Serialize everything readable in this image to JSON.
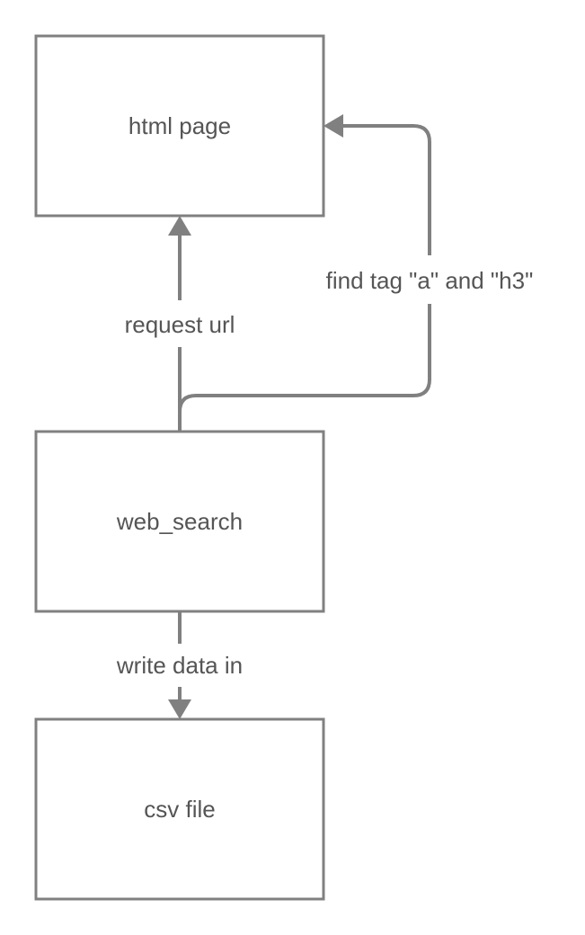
{
  "diagram": {
    "nodes": {
      "html_page": {
        "label": "html page"
      },
      "web_search": {
        "label": "web_search"
      },
      "csv_file": {
        "label": "csv file"
      }
    },
    "edges": {
      "request_url": {
        "label": "request url",
        "from": "web_search",
        "to": "html_page"
      },
      "find_tags": {
        "label": "find tag \"a\" and \"h3\"",
        "from": "web_search",
        "to": "html_page"
      },
      "write_data": {
        "label": "write data in",
        "from": "web_search",
        "to": "csv_file"
      }
    },
    "colors": {
      "stroke": "#808080",
      "text": "#555555",
      "background": "#ffffff"
    }
  }
}
